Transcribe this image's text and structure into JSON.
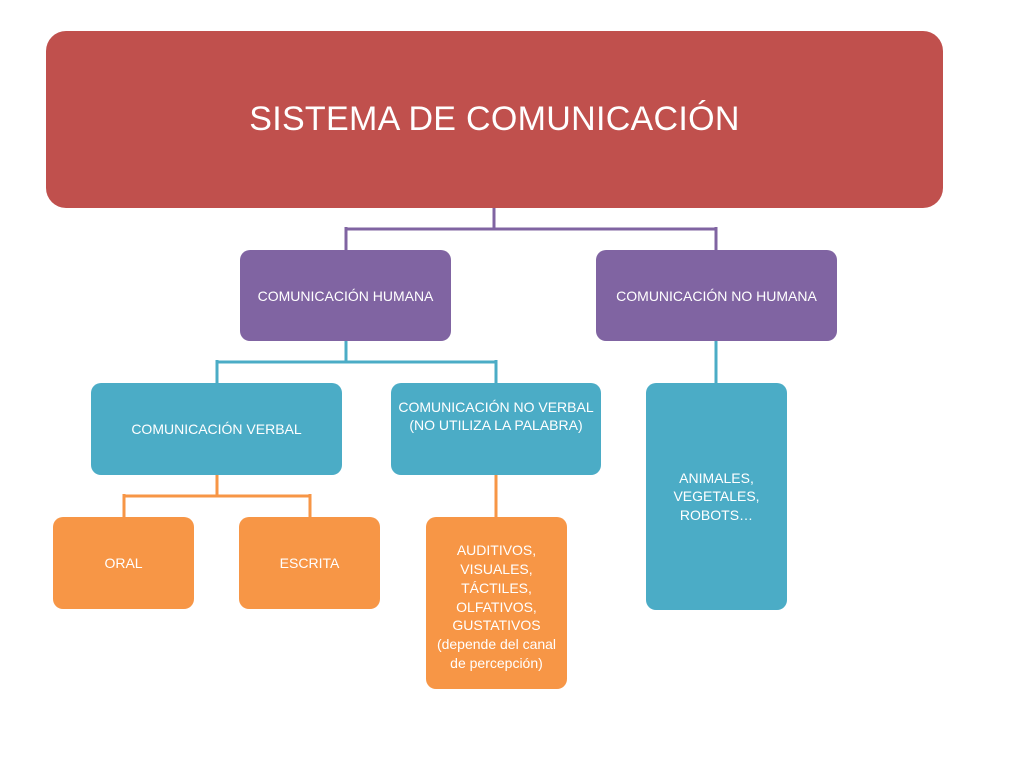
{
  "colors": {
    "root": "#c0504d",
    "level1": "#8064a2",
    "level2": "#4bacc6",
    "level3": "#f79646",
    "connector_level1": "#8064a2",
    "connector_level2": "#4bacc6",
    "connector_level3": "#f79646"
  },
  "diagram": {
    "root": "SISTEMA DE COMUNICACIÓN",
    "humana": "COMUNICACIÓN HUMANA",
    "no_humana": "COMUNICACIÓN NO HUMANA",
    "verbal": "COMUNICACIÓN VERBAL",
    "no_verbal": "COMUNICACIÓN NO VERBAL\n(NO UTILIZA LA PALABRA)",
    "animales": "ANIMALES,\nVEGETALES,\nROBOTS…",
    "oral": "ORAL",
    "escrita": "ESCRITA",
    "sentidos": "AUDITIVOS,\nVISUALES,\nTÁCTILES,\nOLFATIVOS,\nGUSTATIVOS\n(depende del canal\nde percepción)"
  }
}
